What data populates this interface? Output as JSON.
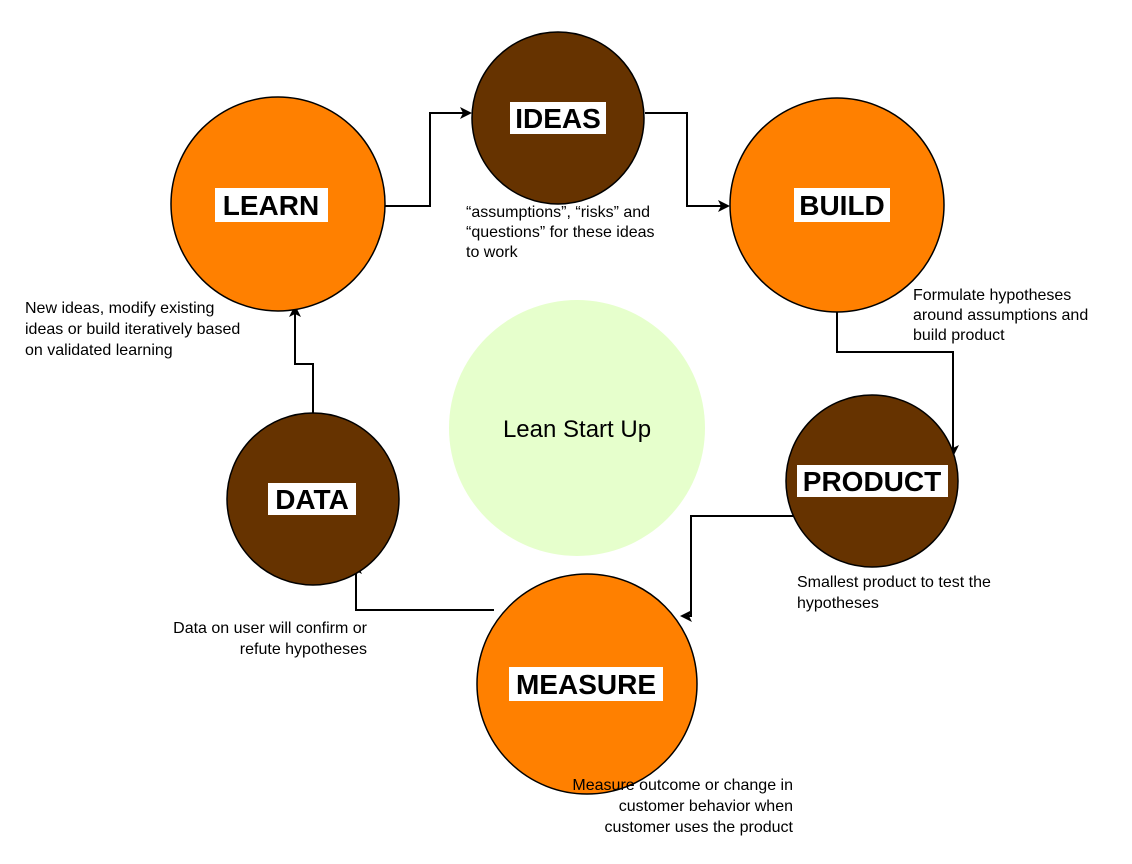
{
  "colors": {
    "orange": "#ff8000",
    "brown": "#663300",
    "center_fill": "#e6ffcc",
    "outline": "#000000"
  },
  "center": {
    "label": "Lean Start Up"
  },
  "nodes": {
    "ideas": {
      "label": "IDEAS"
    },
    "build": {
      "label": "BUILD"
    },
    "product": {
      "label": "PRODUCT"
    },
    "measure": {
      "label": "MEASURE"
    },
    "data": {
      "label": "DATA"
    },
    "learn": {
      "label": "LEARN"
    }
  },
  "annotations": {
    "ideas": [
      "“assumptions”, “risks” and",
      "“questions” for these ideas",
      "to work"
    ],
    "build": [
      "Formulate hypotheses",
      "around assumptions and",
      "build product"
    ],
    "product": [
      "Smallest product to test the",
      "hypotheses"
    ],
    "measure": [
      "Measure outcome or change in",
      "customer behavior when",
      "customer uses the product"
    ],
    "data": [
      "Data on user will confirm or",
      "refute hypotheses"
    ],
    "learn": [
      "New ideas, modify existing",
      "ideas or build iteratively based",
      "on validated learning"
    ]
  }
}
